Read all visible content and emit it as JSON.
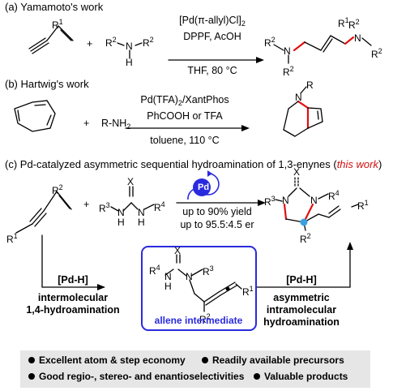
{
  "section_a": {
    "label": "(a) Yamamoto's work",
    "amine_atoms": {
      "r1": "R",
      "r1_sup": "1",
      "r2a": "R",
      "r2a_sup": "2",
      "n": "N",
      "h": "H",
      "r2b": "R",
      "r2b_sup": "2"
    },
    "plus": "+",
    "cond1": "[Pd(π-allyl)Cl]",
    "cond1_sub": "2",
    "cond2": "DPPF, AcOH",
    "cond3": "THF, 80 °C",
    "product_atoms": {
      "r1": "R",
      "r1_sup": "1",
      "n1": "N",
      "n2": "N"
    }
  },
  "section_b": {
    "label": "(b) Hartwig's work",
    "plus": "+",
    "amine": "R-NH",
    "amine_sub": "2",
    "cond1_a": "Pd(TFA)",
    "cond1_sub": "2",
    "cond1_b": "/XantPhos",
    "cond2": "PhCOOH or TFA",
    "cond3": "toluene, 110 °C",
    "product_n": "N",
    "product_r": "R"
  },
  "section_c": {
    "label_main": "(c) Pd-catalyzed asymmetric sequential hydroamination of 1,3-enynes (",
    "label_highlight": "this work",
    "label_end": ")",
    "plus": "+",
    "catalyst": "Pd",
    "yield": "up to 90% yield",
    "er": "up to 95.5:4.5 er",
    "left_step_tag": "[Pd-H]",
    "left_step_1": "intermolecular",
    "left_step_2": "1,4-hydroamination",
    "right_step_tag": "[Pd-H]",
    "right_step_1": "asymmetric",
    "right_step_2": "intramolecular",
    "right_step_3": "hydroamination",
    "intermediate_label": "allene intermediate",
    "atoms": {
      "x": "X",
      "n": "N",
      "h": "H",
      "r": "R",
      "s1": "1",
      "s2": "2",
      "s3": "3",
      "s4": "4"
    }
  },
  "highlights": [
    "Excellent atom & step economy",
    "Readily available precursors",
    "Good regio-, stereo- and enantioselectivities",
    "Valuable products"
  ],
  "colors": {
    "accent_blue": "#2a2adf",
    "bond_red": "#e01010",
    "stereo_blue": "#3aa0e0",
    "text_red": "#d01010"
  }
}
